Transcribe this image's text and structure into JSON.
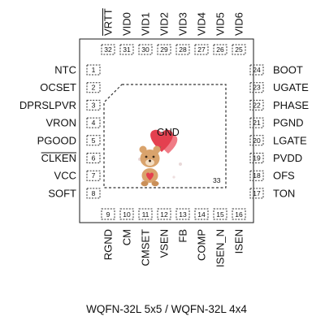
{
  "package": {
    "caption": "WQFN-32L 5x5 / WQFN-32L 4x4",
    "pad_number": "33",
    "pad_label": "GND",
    "colors": {
      "outline": "#1a1a1a",
      "pin_dash": "#333333",
      "text": "#111111",
      "heart_main": "#e4404f",
      "heart_small": "#f07c86",
      "bear_fur": "#d9a36c",
      "bear_muzzle": "#f3dcc0"
    }
  },
  "pins": {
    "left": [
      {
        "num": "1",
        "name": "NTC",
        "overline": false
      },
      {
        "num": "2",
        "name": "OCSET",
        "overline": false
      },
      {
        "num": "3",
        "name": "DPRSLPVR",
        "overline": false
      },
      {
        "num": "4",
        "name": "VRON",
        "overline": false
      },
      {
        "num": "5",
        "name": "PGOOD",
        "overline": false
      },
      {
        "num": "6",
        "name": "CLKEN",
        "overline": true
      },
      {
        "num": "7",
        "name": "VCC",
        "overline": false
      },
      {
        "num": "8",
        "name": "SOFT",
        "overline": false
      }
    ],
    "bottom": [
      {
        "num": "9",
        "name": "RGND",
        "overline": false
      },
      {
        "num": "10",
        "name": "CM",
        "overline": false
      },
      {
        "num": "11",
        "name": "CMSET",
        "overline": false
      },
      {
        "num": "12",
        "name": "VSEN",
        "overline": false
      },
      {
        "num": "13",
        "name": "FB",
        "overline": false
      },
      {
        "num": "14",
        "name": "COMP",
        "overline": false
      },
      {
        "num": "15",
        "name": "ISEN_N",
        "overline": false
      },
      {
        "num": "16",
        "name": "ISEN",
        "overline": false
      }
    ],
    "right": [
      {
        "num": "24",
        "name": "BOOT",
        "overline": false
      },
      {
        "num": "23",
        "name": "UGATE",
        "overline": false
      },
      {
        "num": "22",
        "name": "PHASE",
        "overline": false
      },
      {
        "num": "21",
        "name": "PGND",
        "overline": false
      },
      {
        "num": "20",
        "name": "LGATE",
        "overline": false
      },
      {
        "num": "19",
        "name": "PVDD",
        "overline": false
      },
      {
        "num": "18",
        "name": "OFS",
        "overline": false
      },
      {
        "num": "17",
        "name": "TON",
        "overline": false
      }
    ],
    "top": [
      {
        "num": "32",
        "name": "VRTT",
        "overline": true
      },
      {
        "num": "31",
        "name": "VID0",
        "overline": false
      },
      {
        "num": "30",
        "name": "VID1",
        "overline": false
      },
      {
        "num": "29",
        "name": "VID2",
        "overline": false
      },
      {
        "num": "28",
        "name": "VID3",
        "overline": false
      },
      {
        "num": "27",
        "name": "VID4",
        "overline": false
      },
      {
        "num": "26",
        "name": "VID5",
        "overline": false
      },
      {
        "num": "25",
        "name": "VID6",
        "overline": false
      }
    ]
  },
  "sticker_icon": "teddy-bear-with-hearts"
}
